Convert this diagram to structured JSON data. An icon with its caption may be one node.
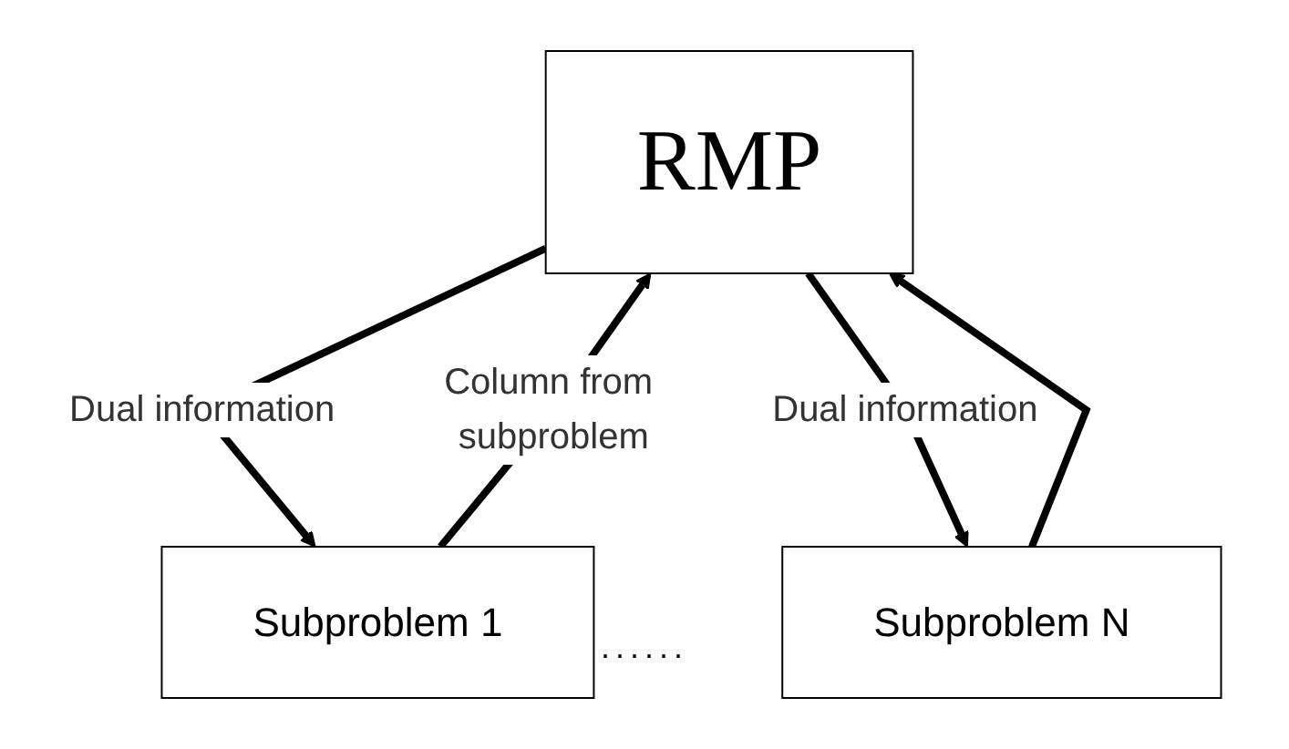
{
  "diagram": {
    "nodes": [
      {
        "text": [
          "RMP"
        ]
      },
      {
        "text": [
          "Subproblem 1"
        ]
      },
      {
        "text": [
          "Subproblem N"
        ]
      }
    ],
    "edges": [
      {
        "from": 0,
        "to": 1,
        "arrow": "to",
        "label": "Dual information"
      },
      {
        "from": 1,
        "to": 0,
        "arrow": "to",
        "label": "Column from subproblem"
      },
      {
        "from": 2,
        "to": 0,
        "arrow": "to"
      },
      {
        "from": 0,
        "to": 2,
        "arrow": "to",
        "label": "Dual information"
      }
    ],
    "labels": [
      "......"
    ]
  }
}
